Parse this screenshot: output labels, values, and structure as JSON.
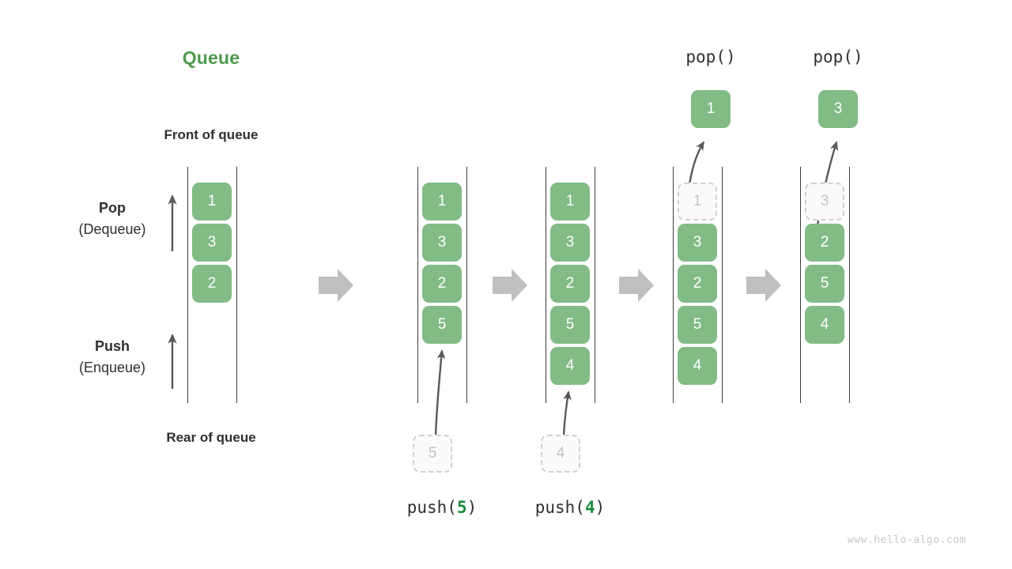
{
  "title": "Queue",
  "labels": {
    "front_of_queue": "Front of queue",
    "rear_of_queue": "Rear of queue",
    "pop_main": "Pop",
    "pop_sub": "(Dequeue)",
    "push_main": "Push",
    "push_sub": "(Enqueue)"
  },
  "watermark": "www.hello-algo.com",
  "colors": {
    "element_green": "#82BB85",
    "title_green": "#4C9A4C",
    "arg_green": "#1E8A3C",
    "ghost_fill": "#FAFAFA",
    "ghost_border": "#CFCFCF",
    "ghost_text": "#C4C4C4",
    "rail": "#3C3C3C",
    "step_arrow": "#BFBFBF",
    "curve_arrow": "#595959",
    "text": "#2F2F2F",
    "watermark": "#C8C8C8"
  },
  "columns": [
    {
      "id": "initial",
      "name": "initial-queue",
      "elements": [
        "1",
        "3",
        "2"
      ],
      "ghost_index": -1,
      "op_label_prefix": "",
      "op_label_arg": "",
      "op_label_suffix": "",
      "incoming_value": "",
      "popped_value": "",
      "pop_caption": ""
    },
    {
      "id": "push5",
      "name": "after-push-5",
      "elements": [
        "1",
        "3",
        "2",
        "5"
      ],
      "ghost_index": -1,
      "op_label_prefix": "push(",
      "op_label_arg": "5",
      "op_label_suffix": ")",
      "incoming_value": "5",
      "popped_value": "",
      "pop_caption": ""
    },
    {
      "id": "push4",
      "name": "after-push-4",
      "elements": [
        "1",
        "3",
        "2",
        "5",
        "4"
      ],
      "ghost_index": -1,
      "op_label_prefix": "push(",
      "op_label_arg": "4",
      "op_label_suffix": ")",
      "incoming_value": "4",
      "popped_value": "",
      "pop_caption": ""
    },
    {
      "id": "pop1",
      "name": "after-pop-1",
      "elements": [
        "1",
        "3",
        "2",
        "5",
        "4"
      ],
      "ghost_index": 0,
      "op_label_prefix": "",
      "op_label_arg": "",
      "op_label_suffix": "",
      "incoming_value": "",
      "popped_value": "1",
      "pop_caption": "pop()"
    },
    {
      "id": "pop3",
      "name": "after-pop-3",
      "elements": [
        "3",
        "2",
        "5",
        "4"
      ],
      "ghost_index": 0,
      "op_label_prefix": "",
      "op_label_arg": "",
      "op_label_suffix": "",
      "incoming_value": "",
      "popped_value": "3",
      "pop_caption": "pop()"
    }
  ],
  "step_arrows": [
    {
      "name": "step-arrow-1"
    },
    {
      "name": "step-arrow-2"
    },
    {
      "name": "step-arrow-3"
    },
    {
      "name": "step-arrow-4"
    }
  ]
}
